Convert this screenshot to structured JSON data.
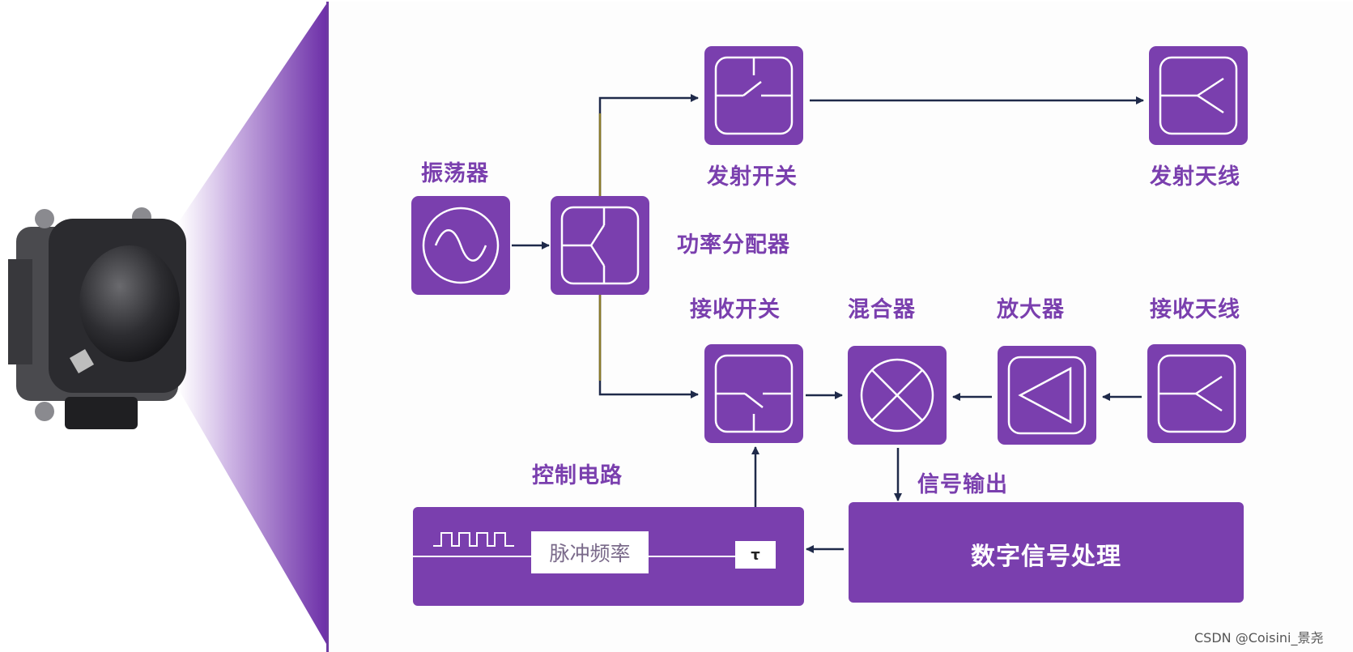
{
  "labels": {
    "oscillator": "振荡器",
    "power_divider": "功率分配器",
    "tx_switch": "发射开关",
    "tx_antenna": "发射天线",
    "rx_switch": "接收开关",
    "mixer": "混合器",
    "amplifier": "放大器",
    "rx_antenna": "接收天线",
    "control_circuit": "控制电路",
    "signal_output": "信号输出",
    "dsp": "数字信号处理",
    "pulse_freq": "脉冲频率",
    "tau": "τ"
  },
  "watermark": "CSDN @Coisini_景尧",
  "colors": {
    "block": "#7a3fae",
    "wire": "#1f2a4a",
    "accent_wire": "#8a7a2a"
  },
  "icons": {
    "oscillator": "sine-wave-icon",
    "power_divider": "splitter-icon",
    "tx_switch": "switch-icon",
    "tx_antenna": "antenna-icon",
    "rx_switch": "switch-icon",
    "mixer": "mixer-cross-icon",
    "amplifier": "triangle-amplifier-icon",
    "rx_antenna": "antenna-icon"
  }
}
